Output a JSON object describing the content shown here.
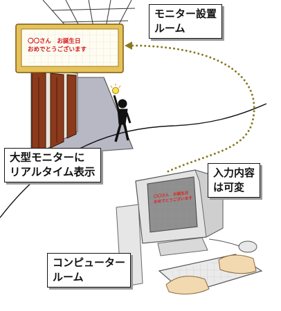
{
  "labels": {
    "monitor_room": [
      "モニター設置",
      "ルーム"
    ],
    "big_display": [
      "大型モニターに",
      "リアルタイム表示"
    ],
    "editable": [
      "入力内容",
      "は可変"
    ],
    "computer_room": [
      "コンピューター",
      "ルーム"
    ]
  },
  "sign_message": [
    "〇〇さん　お誕生日",
    "おめでとうございます"
  ],
  "screen_message": [
    "〇〇さん　お誕生日",
    "おめでとうございます"
  ],
  "colors": {
    "sign_frame": "#e6c25a",
    "message_red": "#d4151b",
    "link_dots": "#8a7a22"
  }
}
